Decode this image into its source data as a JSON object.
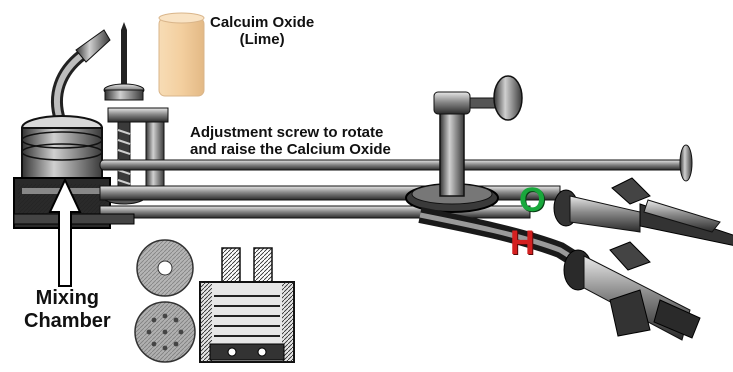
{
  "labels": {
    "lime_line1": "Calcuim Oxide",
    "lime_line2": "(Lime)",
    "adjust_line1": "Adjustment screw to rotate",
    "adjust_line2": "and raise the Calcium Oxide",
    "mixing_line1": "Mixing",
    "mixing_line2": "Chamber"
  },
  "gases": {
    "oxygen_letter": "O",
    "hydrogen_letter": "H",
    "oxygen_color": "#19a83c",
    "hydrogen_color": "#d42020"
  },
  "colors": {
    "ink": "#1a1a1a",
    "metal_light": "#b8b8b8",
    "metal_mid": "#7a7a7a",
    "lime": "#efd3a8"
  }
}
